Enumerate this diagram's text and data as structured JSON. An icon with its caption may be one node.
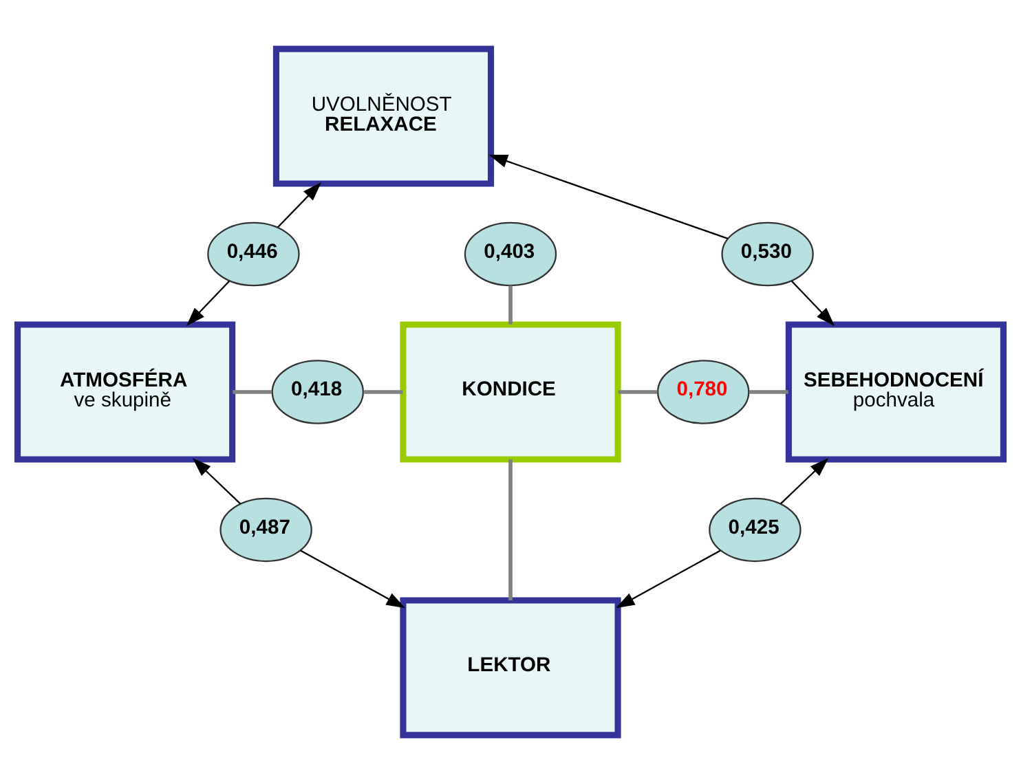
{
  "diagram": {
    "nodes": [
      {
        "text": [
          "UVOLNĚNOST",
          "RELAXACE"
        ]
      },
      {
        "text": [
          "0,446"
        ]
      },
      {
        "text": [
          "0,530"
        ]
      },
      {
        "text": [
          "0,403"
        ]
      },
      {
        "text": [
          "ATMOSFÉRA",
          "ve skupině"
        ]
      },
      {
        "text": [
          "0,418"
        ]
      },
      {
        "text": [
          "KONDICE"
        ]
      },
      {
        "text": [
          "0,780"
        ]
      },
      {
        "text": [
          "SEBEHODNOCENÍ",
          "pochvala"
        ]
      },
      {
        "text": [
          "0,487"
        ]
      },
      {
        "text": [
          "0,425"
        ]
      },
      {
        "text": [
          "LEKTOR"
        ]
      }
    ],
    "edges": [
      {
        "from": 1,
        "to": 0,
        "arrow": "to"
      },
      {
        "from": 1,
        "to": 4,
        "arrow": "to"
      },
      {
        "from": 2,
        "to": 0,
        "arrow": "to"
      },
      {
        "from": 2,
        "to": 8,
        "arrow": "to"
      },
      {
        "from": 6,
        "to": 3,
        "arrow": "none",
        "color": "#808080",
        "style": "thick"
      },
      {
        "from": 4,
        "to": 5,
        "arrow": "none",
        "color": "#808080",
        "style": "thick"
      },
      {
        "from": 5,
        "to": 6,
        "arrow": "none",
        "color": "#808080",
        "style": "thick"
      },
      {
        "from": 6,
        "to": 7,
        "arrow": "none",
        "color": "#808080",
        "style": "thick"
      },
      {
        "from": 7,
        "to": 8,
        "arrow": "none",
        "color": "#808080",
        "style": "thick"
      },
      {
        "from": 6,
        "to": 11,
        "arrow": "none",
        "color": "#808080",
        "style": "thick"
      },
      {
        "from": 9,
        "to": 4,
        "arrow": "to"
      },
      {
        "from": 9,
        "to": 11,
        "arrow": "to"
      },
      {
        "from": 10,
        "to": 8,
        "arrow": "to"
      },
      {
        "from": 10,
        "to": 11,
        "arrow": "to"
      }
    ]
  }
}
